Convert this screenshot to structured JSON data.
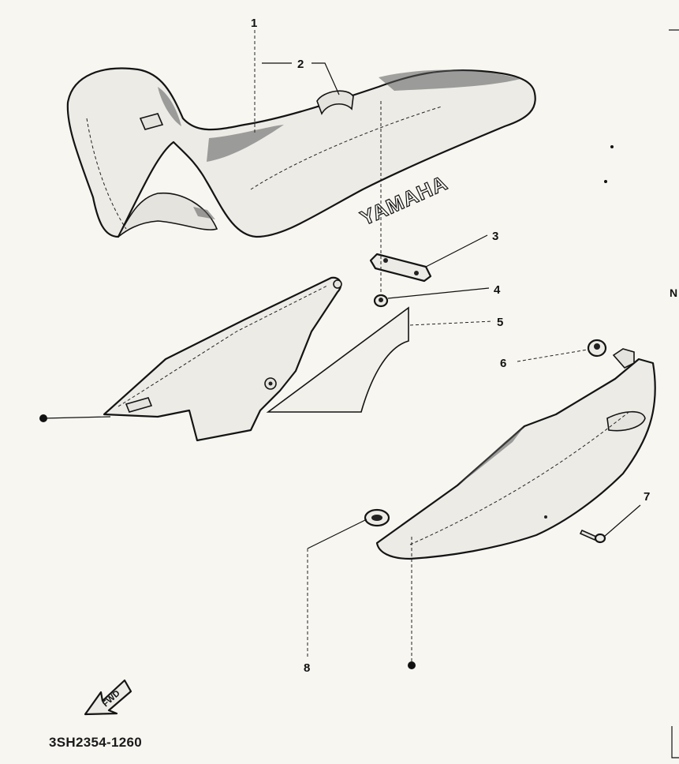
{
  "diagram": {
    "brand_text": "YAMAHA",
    "fwd_label": "FWD",
    "drawing_code": "3SH2354-1260",
    "callouts": [
      "1",
      "2",
      "3",
      "4",
      "5",
      "6",
      "7",
      "8"
    ],
    "edge_letter": "N"
  }
}
